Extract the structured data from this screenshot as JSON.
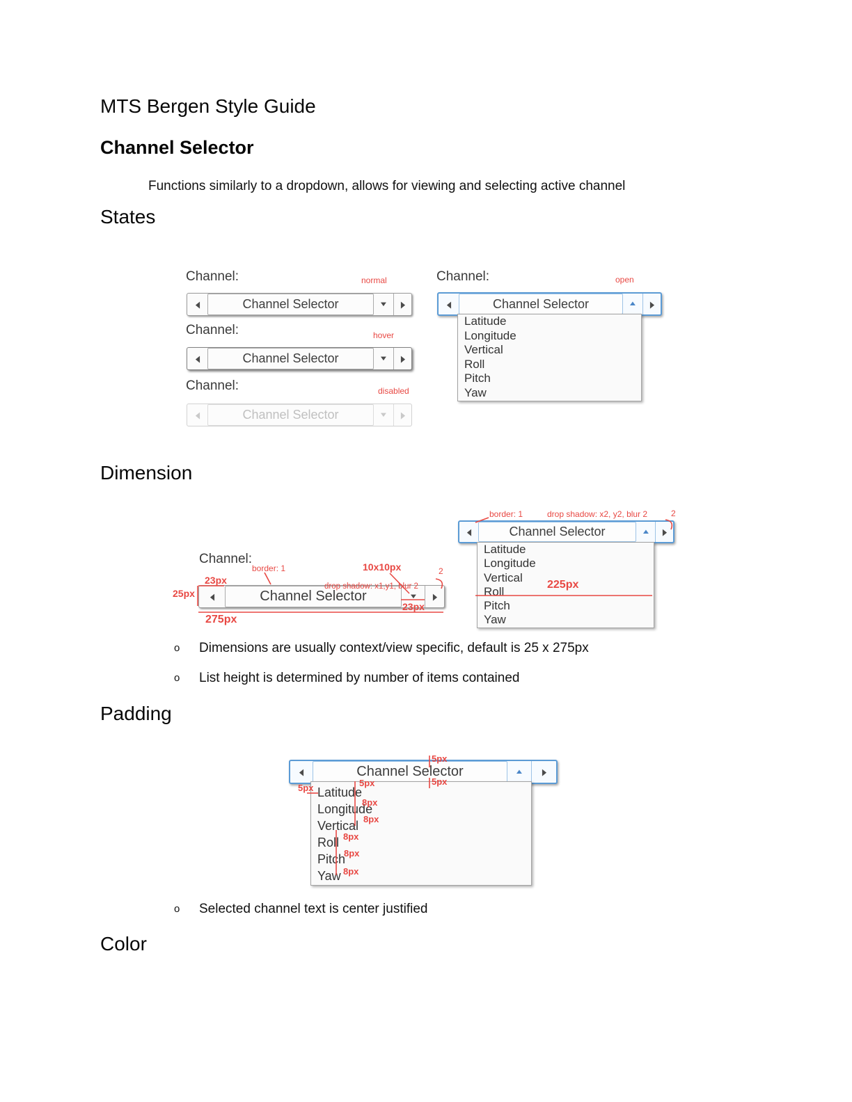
{
  "doc": {
    "title": "MTS Bergen Style Guide",
    "component_heading": "Channel Selector",
    "intro": "Functions similarly to a dropdown, allows for viewing and selecting active channel",
    "sections": {
      "states": "States",
      "dimension": "Dimension",
      "padding": "Padding",
      "color": "Color"
    }
  },
  "widget": {
    "field_label": "Channel:",
    "selected_channel": "Channel Selector",
    "channels": [
      "Latitude",
      "Longitude",
      "Vertical",
      "Roll",
      "Pitch",
      "Yaw"
    ]
  },
  "states": {
    "normal": "normal",
    "hover": "hover",
    "disabled": "disabled",
    "open": "open"
  },
  "dimension": {
    "border_note": "border: 1",
    "drop_shadow_closed": "drop shadow: x1,y1, blur 2",
    "drop_shadow_open": "drop shadow:  x2, y2, blur 2",
    "arrow_size": "10x10px",
    "px23": "23px",
    "px25": "25px",
    "px275": "275px",
    "px225": "225px",
    "radius": "2",
    "bullets": [
      "Dimensions are usually context/view specific, default is 25 x 275px",
      "List height is determined by number of items contained"
    ]
  },
  "padding": {
    "px5": "5px",
    "px8": "8px",
    "bullet": "Selected channel text is center justified"
  },
  "colors": {
    "annotation_red": "#E84843",
    "open_border_blue": "#5B9BD5",
    "up_arrow_blue": "#4A86C8"
  },
  "bullet_marker": "o"
}
